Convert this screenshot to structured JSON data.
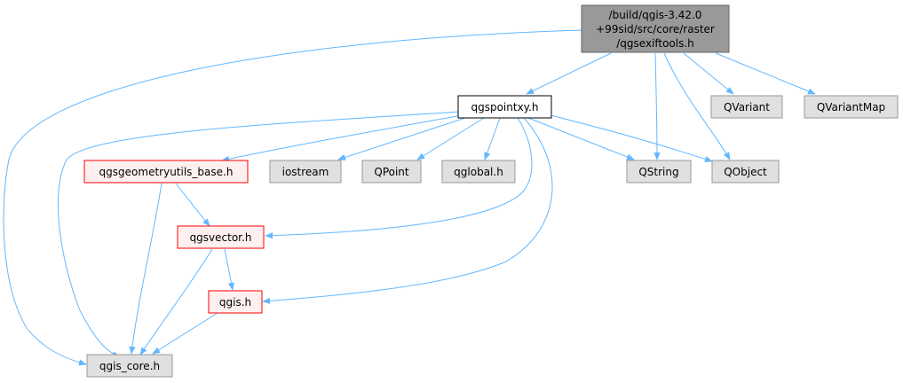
{
  "colors": {
    "edge": "#63b8ff",
    "focus_fill": "#999999",
    "focus_stroke": "#666666",
    "gray_fill": "#e0e0e0",
    "gray_stroke": "#999999",
    "red_fill": "#fff0f0",
    "red_stroke": "#ff0000",
    "white_fill": "#ffffff",
    "white_stroke": "#000000"
  },
  "nodes": {
    "root": {
      "lines": [
        "/build/qgis-3.42.0",
        "+99sid/src/core/raster",
        "/qgsexiftools.h"
      ]
    },
    "pointxy": {
      "label": "qgspointxy.h"
    },
    "qvariant": {
      "label": "QVariant"
    },
    "qvariantmap": {
      "label": "QVariantMap"
    },
    "geomutils": {
      "label": "qgsgeometryutils_base.h"
    },
    "iostream": {
      "label": "iostream"
    },
    "qpoint": {
      "label": "QPoint"
    },
    "qglobal": {
      "label": "qglobal.h"
    },
    "qstring": {
      "label": "QString"
    },
    "qobject": {
      "label": "QObject"
    },
    "qgsvector": {
      "label": "qgsvector.h"
    },
    "qgis": {
      "label": "qgis.h"
    },
    "qgiscore": {
      "label": "qgis_core.h"
    }
  }
}
